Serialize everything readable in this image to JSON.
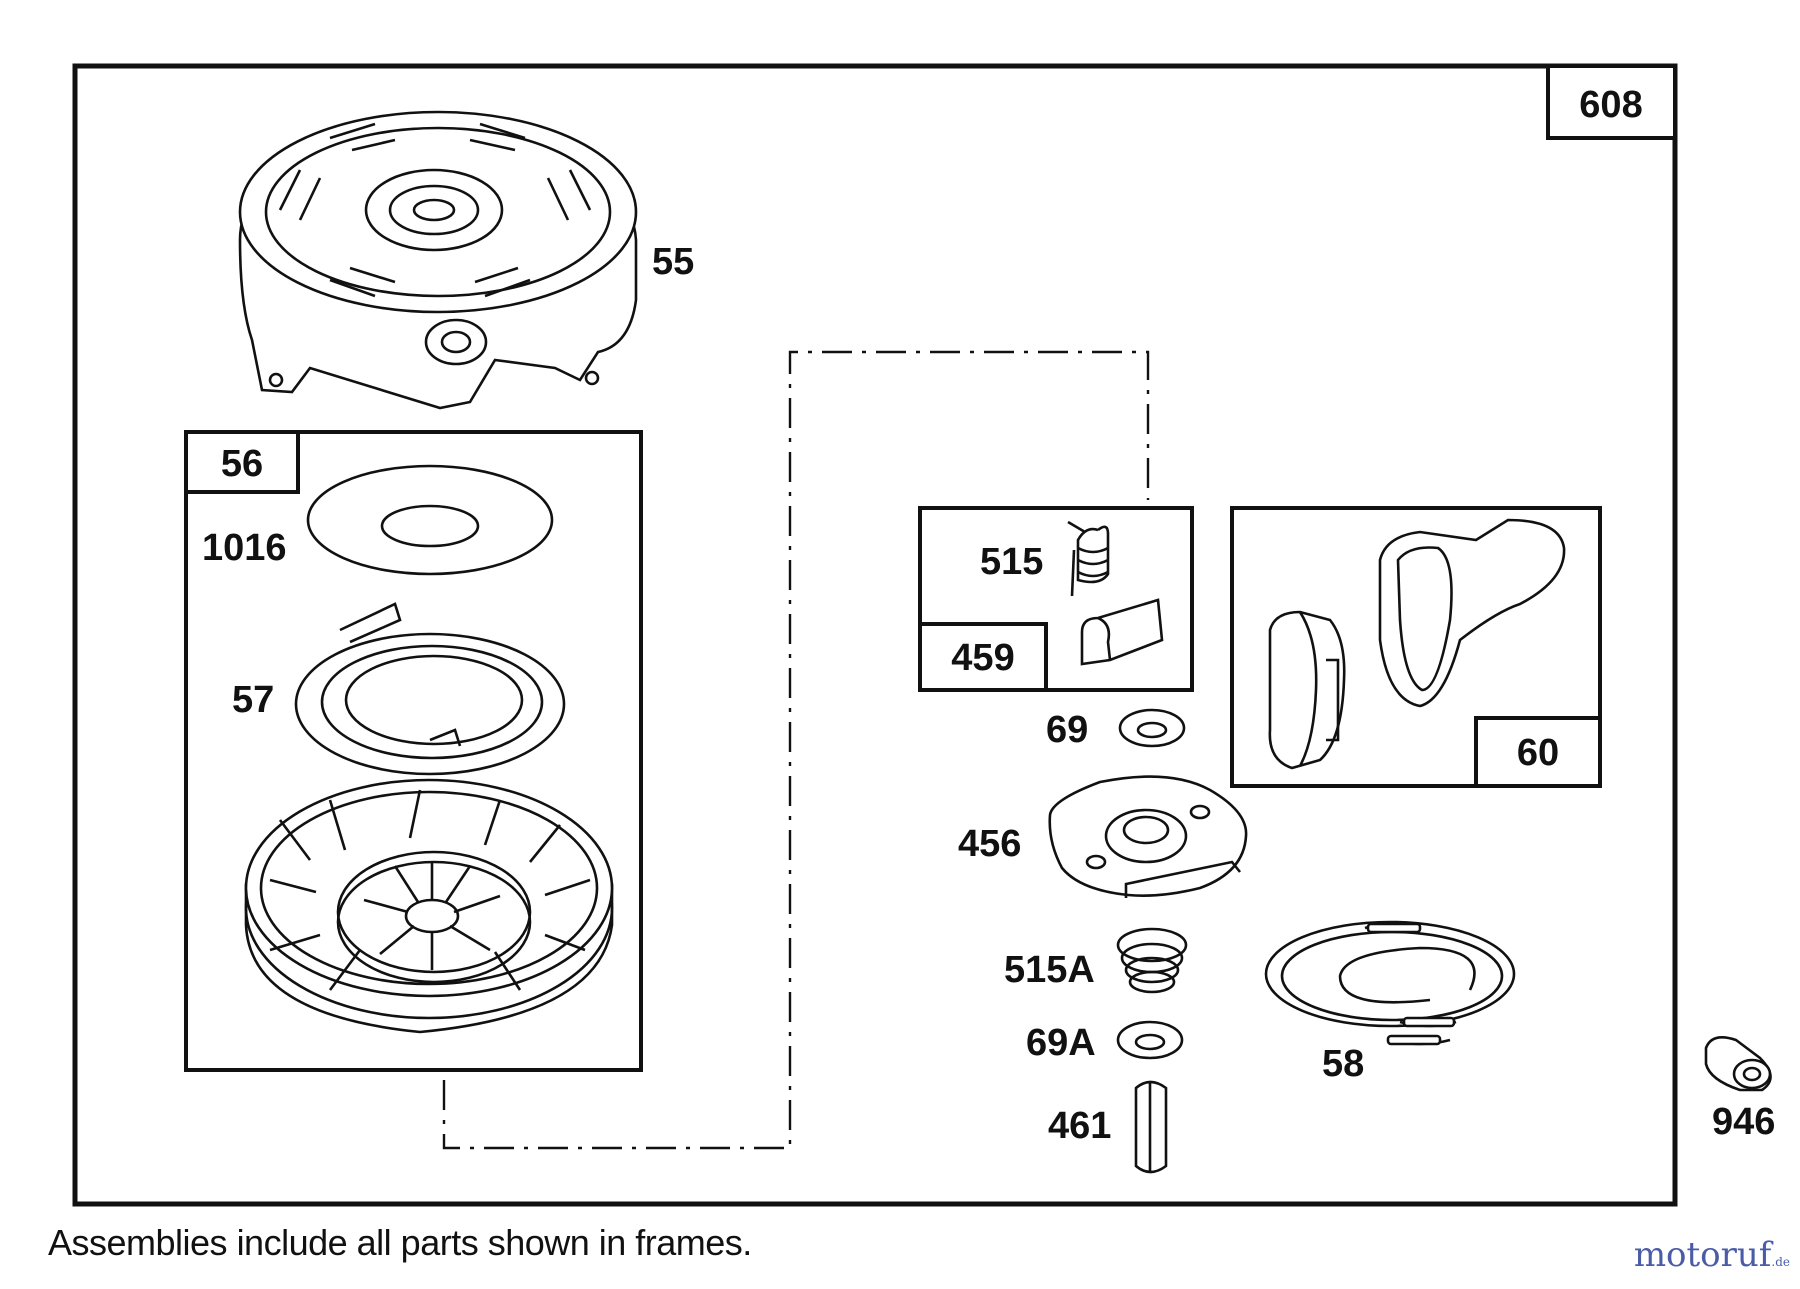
{
  "labels": {
    "p608": "608",
    "p55": "55",
    "p56": "56",
    "p1016": "1016",
    "p57": "57",
    "p515": "515",
    "p459": "459",
    "p60": "60",
    "p69": "69",
    "p456": "456",
    "p515A": "515A",
    "p69A": "69A",
    "p461": "461",
    "p58": "58",
    "p946": "946"
  },
  "note": "Assemblies include all parts shown in frames.",
  "brand": {
    "name": "motoruf",
    "suffix": ".de",
    "color": "#4a5ba8"
  }
}
